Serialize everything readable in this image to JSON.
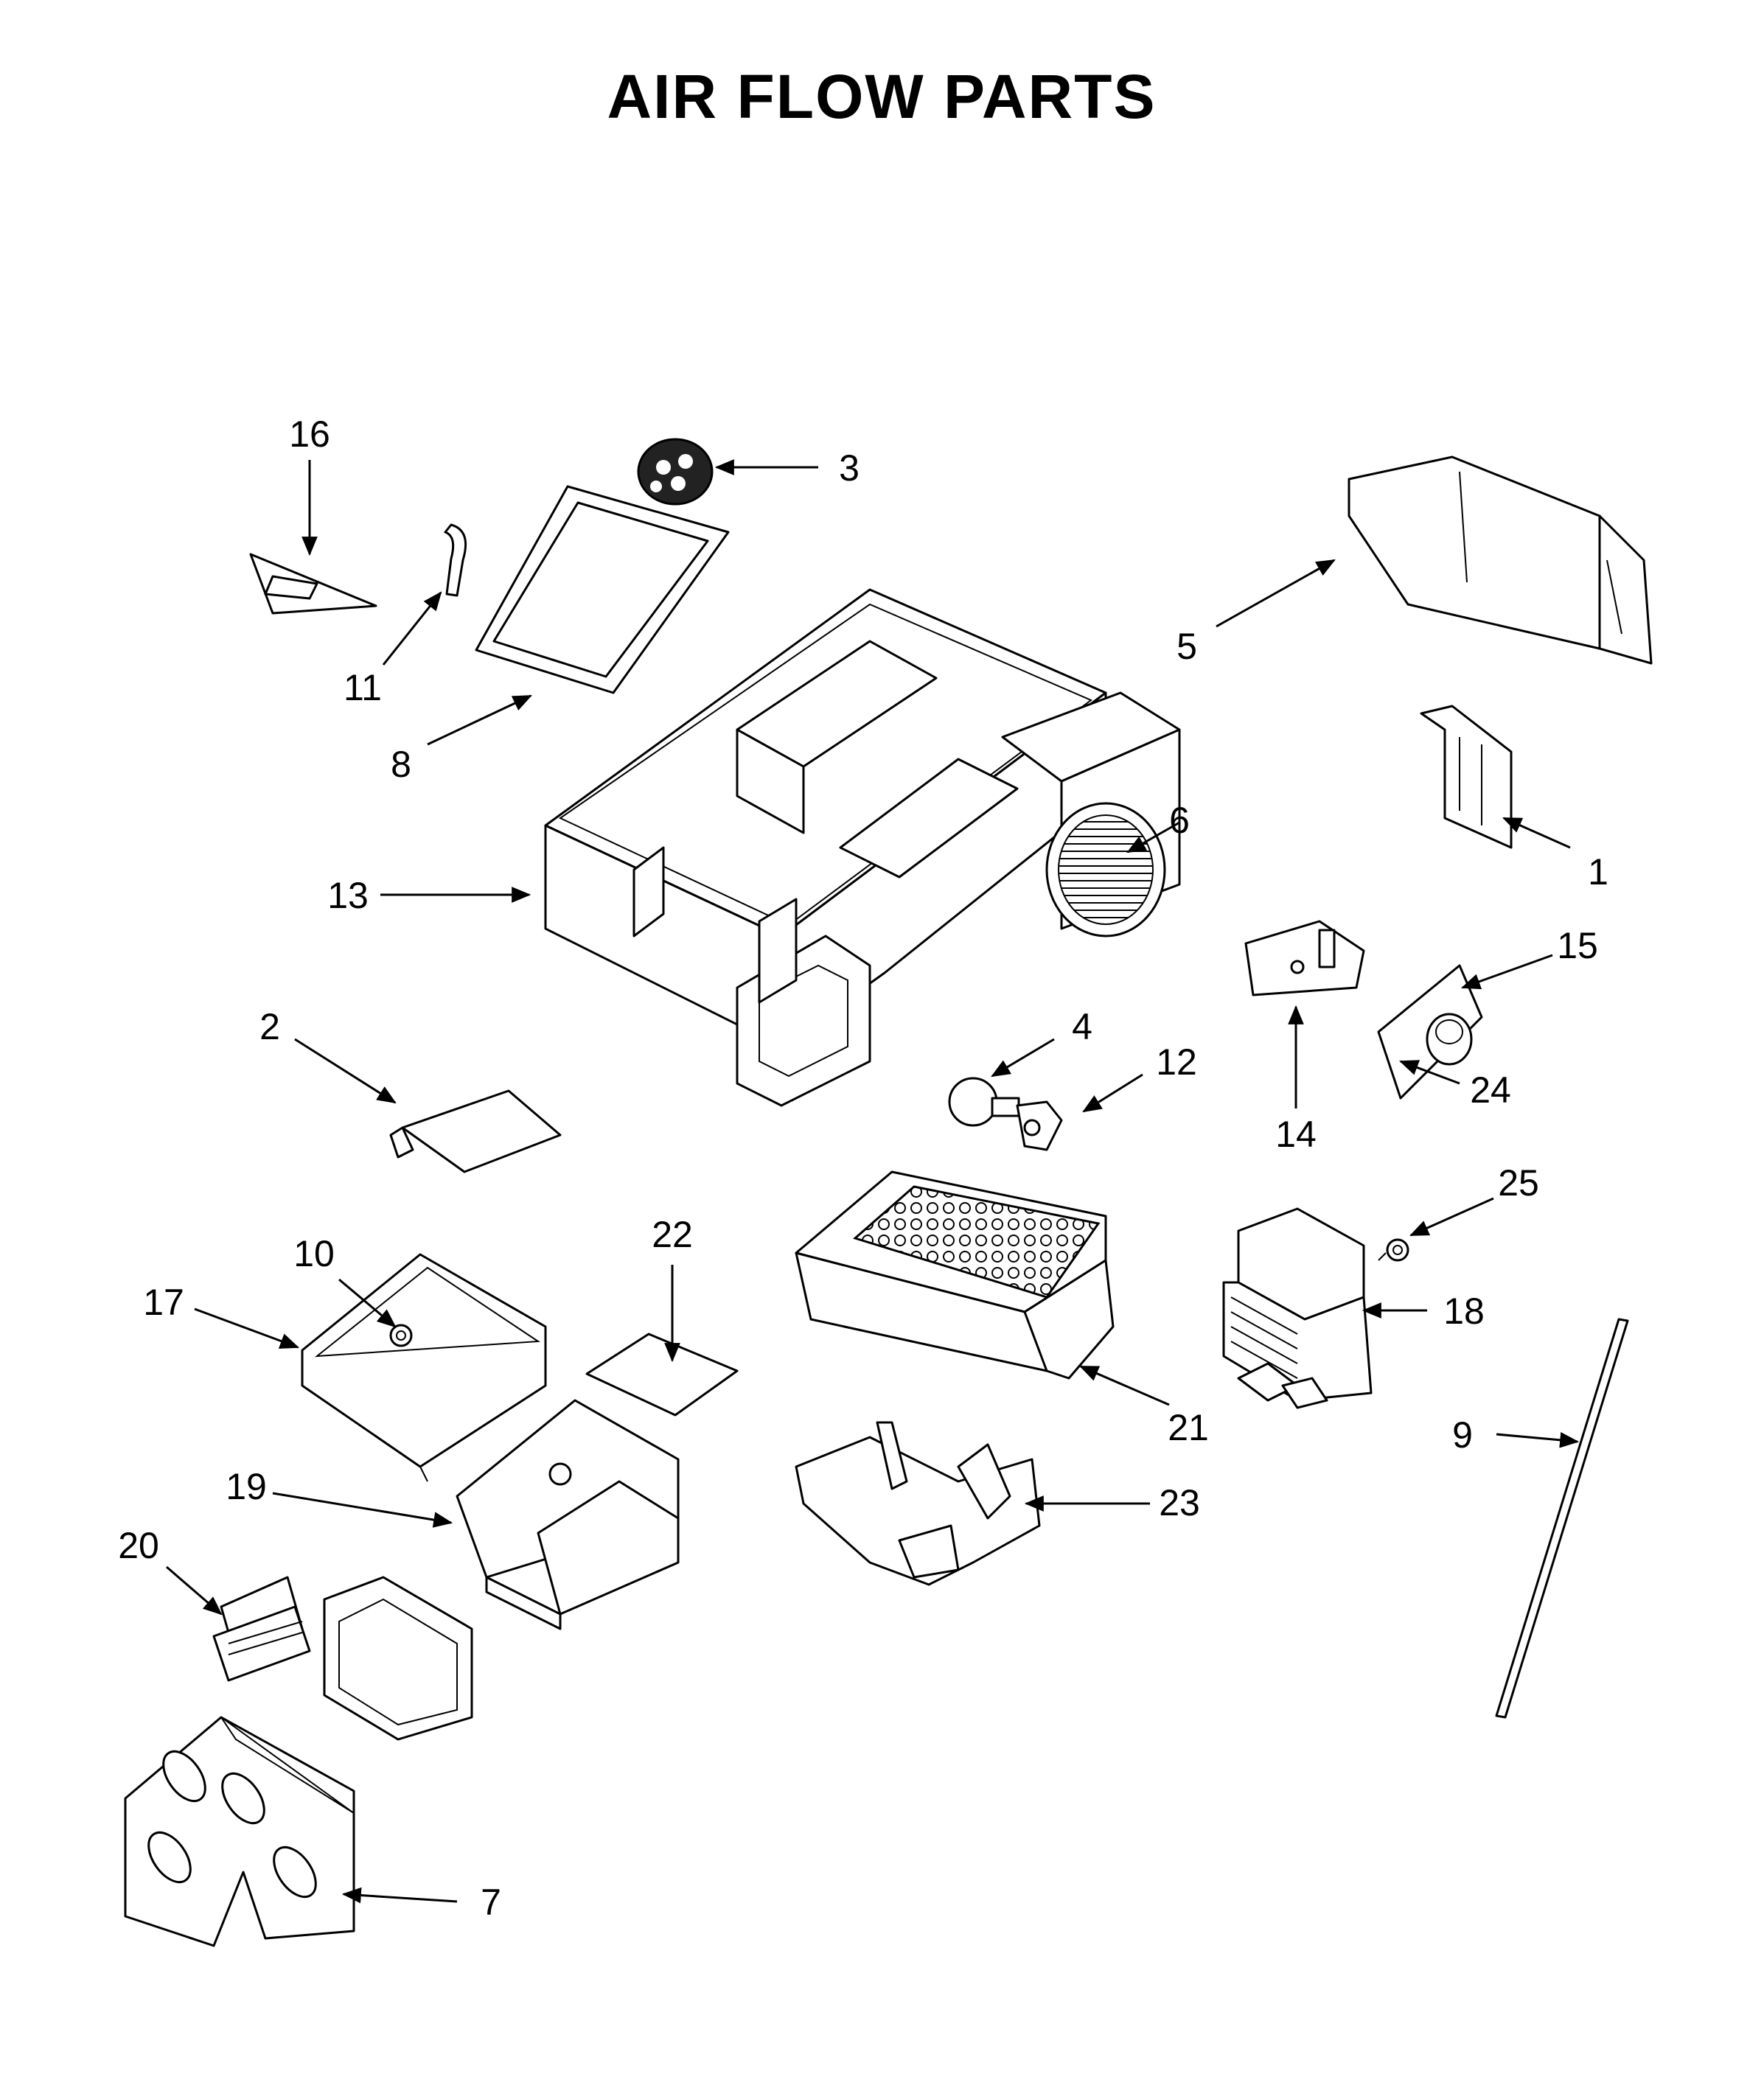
{
  "title": "AIR FLOW PARTS",
  "callouts": {
    "c1": "1",
    "c2": "2",
    "c3": "3",
    "c4": "4",
    "c5": "5",
    "c6": "6",
    "c7": "7",
    "c8": "8",
    "c9": "9",
    "c10": "10",
    "c11": "11",
    "c12": "12",
    "c13": "13",
    "c14": "14",
    "c15": "15",
    "c16": "16",
    "c17": "17",
    "c18": "18",
    "c19": "19",
    "c20": "20",
    "c21": "21",
    "c22": "22",
    "c23": "23",
    "c24": "24",
    "c25": "25"
  }
}
